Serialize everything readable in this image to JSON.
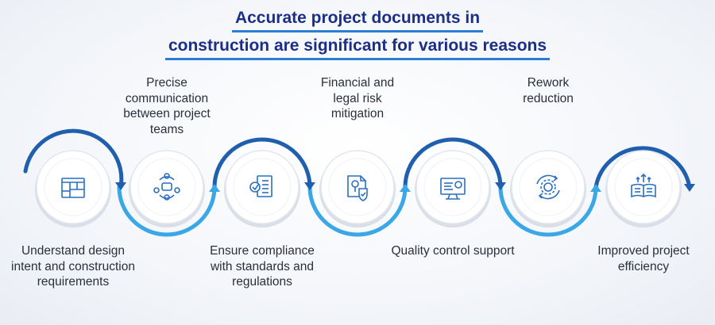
{
  "title_line1": "Accurate project documents in",
  "title_line2": "construction are significant for various reasons",
  "steps": [
    {
      "label": "Understand design intent and construction requirements",
      "icon": "blueprint-icon",
      "position": "below"
    },
    {
      "label": "Precise communication between project teams",
      "icon": "team-communication-icon",
      "position": "above"
    },
    {
      "label": "Ensure compliance with standards and regulations",
      "icon": "compliance-document-icon",
      "position": "below"
    },
    {
      "label": "Financial and legal risk mitigation",
      "icon": "shield-document-icon",
      "position": "above"
    },
    {
      "label": "Quality control support",
      "icon": "monitor-badge-icon",
      "position": "below"
    },
    {
      "label": "Rework reduction",
      "icon": "gear-cycle-icon",
      "position": "above"
    },
    {
      "label": "Improved project efficiency",
      "icon": "book-growth-icon",
      "position": "below"
    }
  ],
  "colors": {
    "title": "#1b2f86",
    "underline": "#2a7fd4",
    "arc_dark": "#1f5fae",
    "arc_light": "#3aa8e6",
    "icon": "#2b6fc2"
  }
}
